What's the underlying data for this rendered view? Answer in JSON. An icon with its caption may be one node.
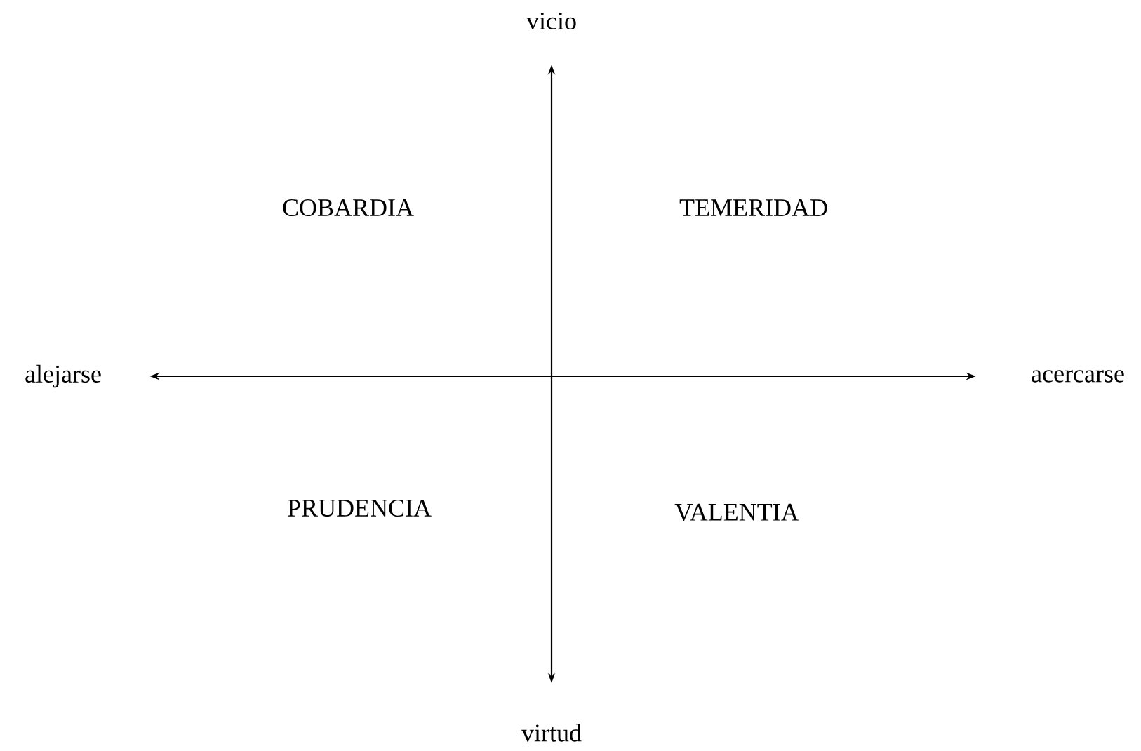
{
  "diagram": {
    "nodes": [
      {
        "text": [
          "vicio"
        ]
      },
      {
        "text": [
          "virtud"
        ]
      },
      {
        "text": [
          "alejarse"
        ]
      },
      {
        "text": [
          "acercarse"
        ]
      }
    ],
    "edges": [
      {
        "from": 0,
        "to": 1,
        "arrow": "both"
      },
      {
        "from": 2,
        "to": 3,
        "arrow": "both"
      }
    ],
    "labels": [
      "COBARDIA",
      "TEMERIDAD",
      "PRUDENCIA",
      "VALENTIA"
    ]
  }
}
